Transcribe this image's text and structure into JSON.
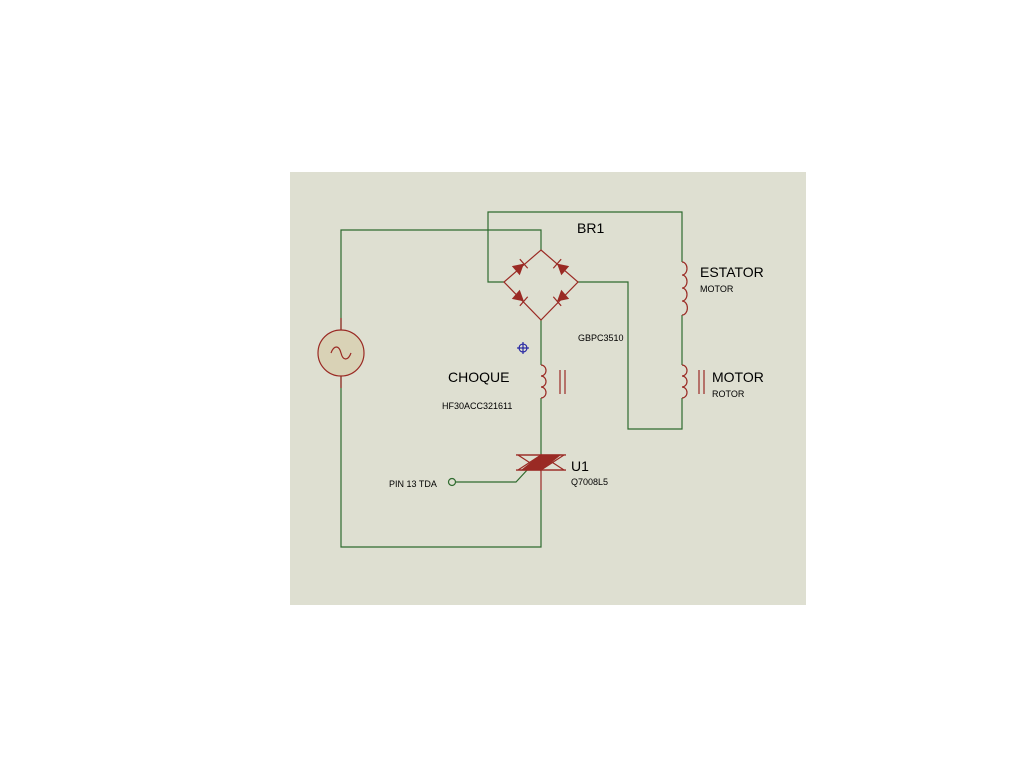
{
  "colors": {
    "sheet": "#dedfd1",
    "wire": "#2f6b2f",
    "component": "#9a2a24",
    "source_fill": "#d9d2b6",
    "marker": "#1a1aa0",
    "background": "#ffffff"
  },
  "labels": {
    "bridge_ref": "BR1",
    "bridge_part": "GBPC3510",
    "stator_name": "ESTATOR",
    "stator_sub": "MOTOR",
    "rotor_name": "MOTOR",
    "rotor_sub": "ROTOR",
    "choke_name": "CHOQUE",
    "choke_part": "HF30ACC321611",
    "triac_ref": "U1",
    "triac_part": "Q7008L5",
    "gate_terminal": "PIN 13 TDA"
  },
  "icons": {
    "ac_source": "ac-sine-source",
    "bridge": "diode-bridge",
    "inductor": "coil",
    "triac": "triac",
    "cursor": "crosshair-cursor"
  }
}
